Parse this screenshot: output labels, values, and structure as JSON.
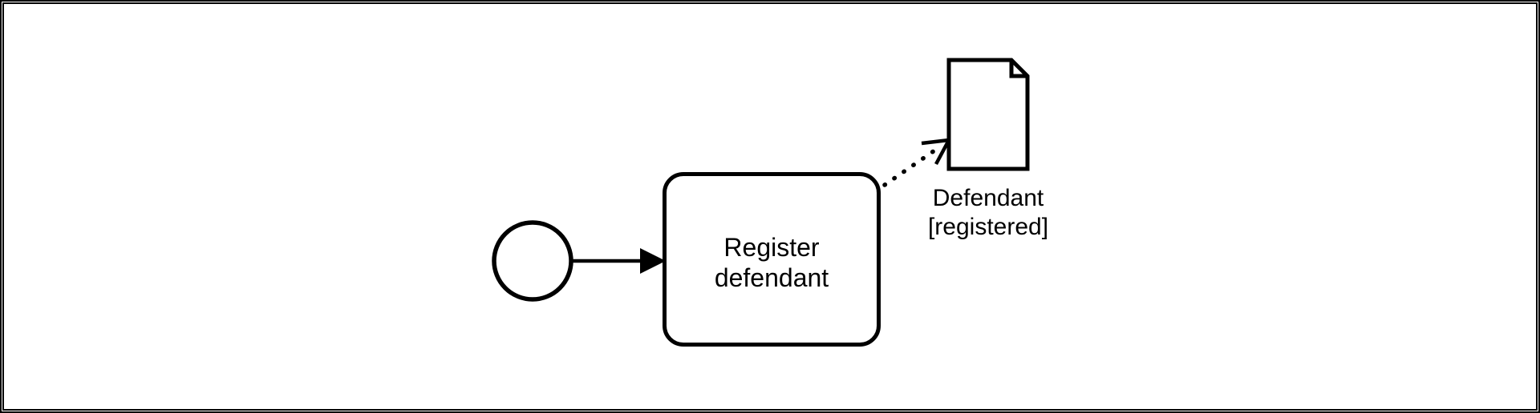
{
  "diagram": {
    "kind": "bpmn-process-diagram",
    "colors": {
      "stroke": "#000000",
      "background": "#ffffff"
    },
    "start_event": {
      "icon": "start-event-circle-icon",
      "label": ""
    },
    "task": {
      "label": "Register defendant"
    },
    "data_object": {
      "icon": "document-folded-corner-icon",
      "name": "Defendant",
      "state": "[registered]"
    },
    "connections": [
      {
        "kind": "sequence-flow",
        "style": "solid-filled-arrow",
        "from": "start-event",
        "to": "task"
      },
      {
        "kind": "data-association",
        "style": "dotted-open-arrow",
        "from": "task",
        "to": "data-object"
      }
    ]
  }
}
